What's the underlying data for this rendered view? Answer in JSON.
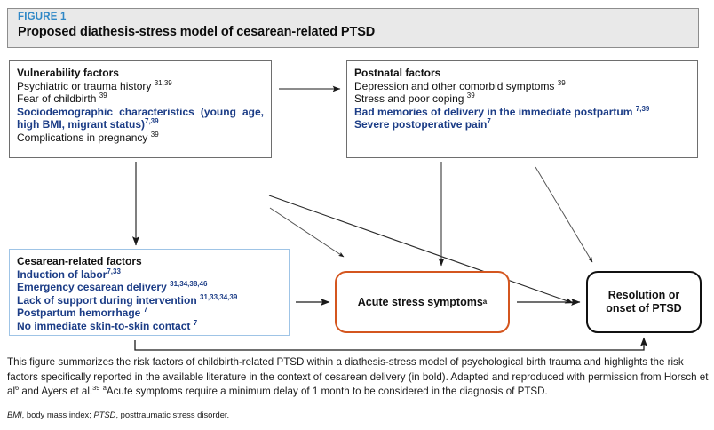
{
  "header": {
    "figure_label": "FIGURE 1",
    "title": "Proposed diathesis-stress model of cesarean-related PTSD",
    "label_color": "#2f87c6",
    "band_background": "#e9e9e9"
  },
  "diagram": {
    "boxes": [
      {
        "id": "vulnerability",
        "title": "Vulnerability factors",
        "border_color": "#6e6e6e",
        "items": [
          {
            "text": "Psychiatric or trauma history",
            "refs": "31,39",
            "bold": false
          },
          {
            "text": "Fear of childbirth",
            "refs": "39",
            "bold": false
          },
          {
            "text": "Sociodemographic characteristics (young age, high BMI, migrant status)",
            "refs": "7,39",
            "bold": true
          },
          {
            "text": "Complications in pregnancy",
            "refs": "39",
            "bold": false
          }
        ]
      },
      {
        "id": "postnatal",
        "title": "Postnatal factors",
        "border_color": "#6e6e6e",
        "items": [
          {
            "text": "Depression and other comorbid symptoms",
            "refs": "39",
            "bold": false
          },
          {
            "text": "Stress and poor coping",
            "refs": "39",
            "bold": false
          },
          {
            "text": "Bad memories of delivery in the immediate postpartum",
            "refs": "7,39",
            "bold": true
          },
          {
            "text": "Severe postoperative pain",
            "refs": "7",
            "bold": true
          }
        ]
      },
      {
        "id": "cesarean",
        "title": "Cesarean-related factors",
        "border_color": "#9fc4e6",
        "items": [
          {
            "text": "Induction of labor",
            "refs": "7,33",
            "bold": true
          },
          {
            "text": "Emergency cesarean delivery",
            "refs": "31,34,38,46",
            "bold": true
          },
          {
            "text": "Lack of support during intervention",
            "refs": "31,33,34,39",
            "bold": true
          },
          {
            "text": "Postpartum hemorrhage",
            "refs": "7",
            "bold": true
          },
          {
            "text": "No immediate skin-to-skin contact",
            "refs": "7",
            "bold": true
          }
        ]
      }
    ],
    "outcomes": [
      {
        "id": "acute",
        "label": "Acute stress symptoms",
        "marker": "a",
        "border_color": "#d4561f"
      },
      {
        "id": "resolution",
        "label_line1": "Resolution or",
        "label_line2": "onset of PTSD",
        "border_color": "#111111"
      }
    ],
    "arrows": [
      {
        "name": "vulnerability-to-postnatal"
      },
      {
        "name": "vulnerability-to-cesarean"
      },
      {
        "name": "vulnerability-to-cesarean-diagonal"
      },
      {
        "name": "vulnerability-to-resolution"
      },
      {
        "name": "postnatal-to-acute"
      },
      {
        "name": "postnatal-to-resolution"
      },
      {
        "name": "cesarean-to-acute"
      },
      {
        "name": "acute-to-resolution"
      },
      {
        "name": "cesarean-feedback-to-resolution"
      }
    ]
  },
  "caption": {
    "part1": "This figure summarizes the risk factors of childbirth-related PTSD within a diathesis-stress model of psychological birth trauma and highlights the risk factors specifically reported in the available literature in the context of cesarean delivery (in bold). Adapted and reproduced with permission from Horsch et al",
    "ref1": "6",
    "part2": " and Ayers et al.",
    "ref2": "39",
    "ref3": "a",
    "part3": "Acute symptoms require a minimum delay of 1 month to be considered in the diagnosis of PTSD."
  },
  "footnote": {
    "abbr1": "BMI",
    "def1": ", body mass index; ",
    "abbr2": "PTSD",
    "def2": ", posttraumatic stress disorder."
  }
}
